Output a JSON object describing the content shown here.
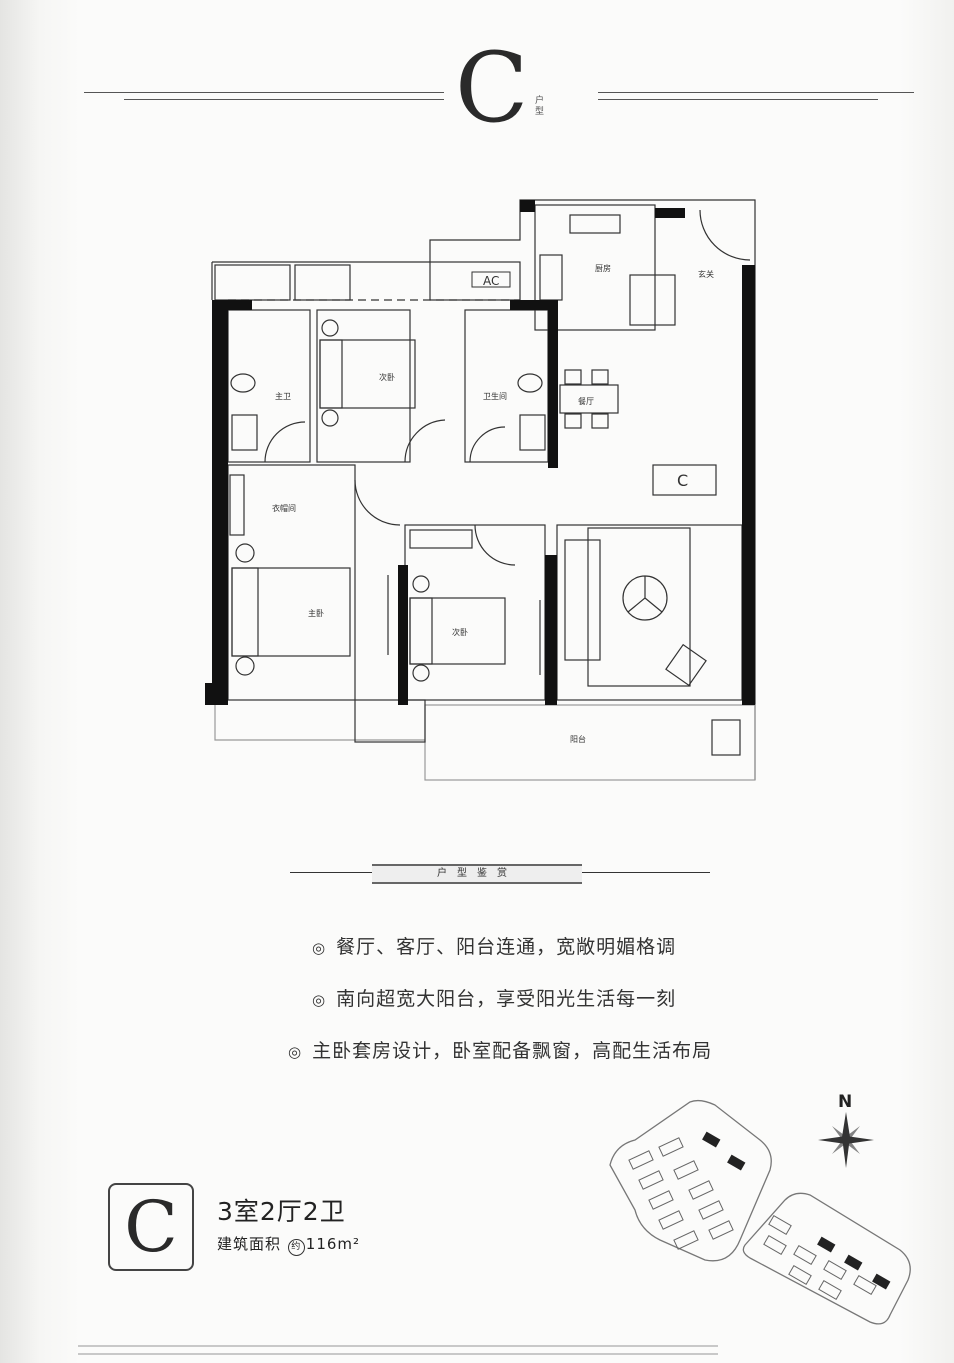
{
  "header": {
    "unit_letter": "C",
    "unit_label": "户型"
  },
  "plan": {
    "rooms": {
      "master_bath": "主卫",
      "second_bedroom_top": "次卧",
      "bathroom": "卫生间",
      "kitchen": "厨房",
      "entrance": "玄关",
      "dining": "餐厅",
      "cloakroom": "衣帽间",
      "master_bedroom": "主卧",
      "second_bedroom_bottom": "次卧",
      "balcony": "阳台"
    },
    "ac_label": "AC",
    "unit_tag": "C"
  },
  "divider": {
    "label": "户型鉴赏"
  },
  "features": [
    "餐厅、客厅、阳台连通，宽敞明媚格调",
    "南向超宽大阳台，享受阳光生活每一刻",
    "主卧套房设计，卧室配备飘窗，高配生活布局"
  ],
  "feature_bullet": "◎",
  "summary": {
    "letter": "C",
    "layout": "3室2厅2卫",
    "area_label": "建筑面积",
    "approx": "约",
    "area_value": "116m²"
  },
  "site_map": {
    "north_label": "N"
  }
}
